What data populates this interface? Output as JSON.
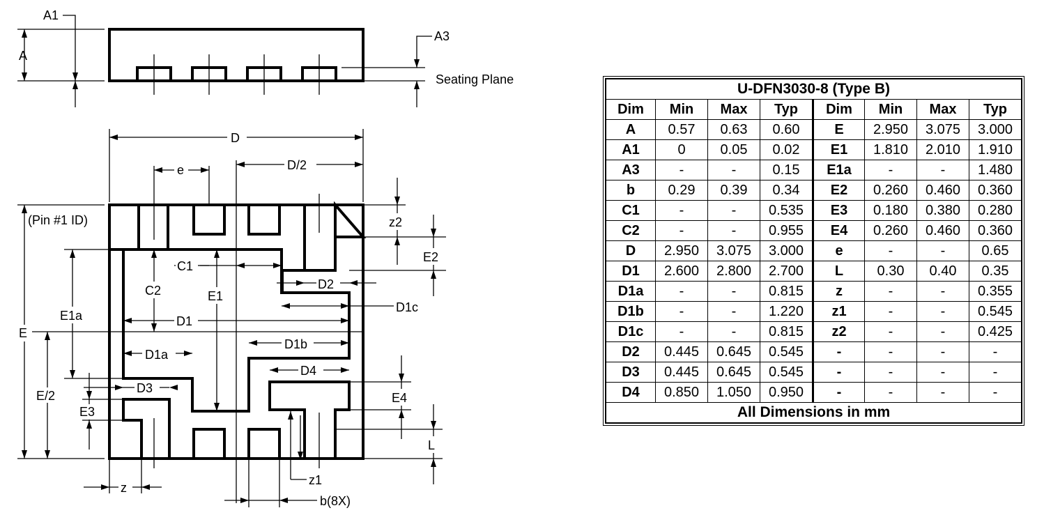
{
  "drawing_labels": {
    "A1": "A1",
    "A": "A",
    "A3": "A3",
    "seating_plane": "Seating Plane",
    "D": "D",
    "e": "e",
    "D_half": "D/2",
    "pin1": "(Pin #1 ID)",
    "z2": "z2",
    "E2": "E2",
    "C1": "C1",
    "C2": "C2",
    "E1": "E1",
    "D2": "D2",
    "D1c": "D1c",
    "E1a": "E1a",
    "D1": "D1",
    "E": "E",
    "D1b": "D1b",
    "D1a": "D1a",
    "D4": "D4",
    "D3": "D3",
    "E_half": "E/2",
    "E4": "E4",
    "E3": "E3",
    "L": "L",
    "z": "z",
    "z1": "z1",
    "b8x": "b(8X)"
  },
  "table": {
    "title": "U-DFN3030-8 (Type B)",
    "headers": [
      "Dim",
      "Min",
      "Max",
      "Typ",
      "Dim",
      "Min",
      "Max",
      "Typ"
    ],
    "rows": [
      [
        "A",
        "0.57",
        "0.63",
        "0.60",
        "E",
        "2.950",
        "3.075",
        "3.000"
      ],
      [
        "A1",
        "0",
        "0.05",
        "0.02",
        "E1",
        "1.810",
        "2.010",
        "1.910"
      ],
      [
        "A3",
        "-",
        "-",
        "0.15",
        "E1a",
        "-",
        "-",
        "1.480"
      ],
      [
        "b",
        "0.29",
        "0.39",
        "0.34",
        "E2",
        "0.260",
        "0.460",
        "0.360"
      ],
      [
        "C1",
        "-",
        "-",
        "0.535",
        "E3",
        "0.180",
        "0.380",
        "0.280"
      ],
      [
        "C2",
        "-",
        "-",
        "0.955",
        "E4",
        "0.260",
        "0.460",
        "0.360"
      ],
      [
        "D",
        "2.950",
        "3.075",
        "3.000",
        "e",
        "-",
        "-",
        "0.65"
      ],
      [
        "D1",
        "2.600",
        "2.800",
        "2.700",
        "L",
        "0.30",
        "0.40",
        "0.35"
      ],
      [
        "D1a",
        "-",
        "-",
        "0.815",
        "z",
        "-",
        "-",
        "0.355"
      ],
      [
        "D1b",
        "-",
        "-",
        "1.220",
        "z1",
        "-",
        "-",
        "0.545"
      ],
      [
        "D1c",
        "-",
        "-",
        "0.815",
        "z2",
        "-",
        "-",
        "0.425"
      ],
      [
        "D2",
        "0.445",
        "0.645",
        "0.545",
        "-",
        "-",
        "-",
        "-"
      ],
      [
        "D3",
        "0.445",
        "0.645",
        "0.545",
        "-",
        "-",
        "-",
        "-"
      ],
      [
        "D4",
        "0.850",
        "1.050",
        "0.950",
        "-",
        "-",
        "-",
        "-"
      ]
    ],
    "footer": "All Dimensions in mm"
  }
}
